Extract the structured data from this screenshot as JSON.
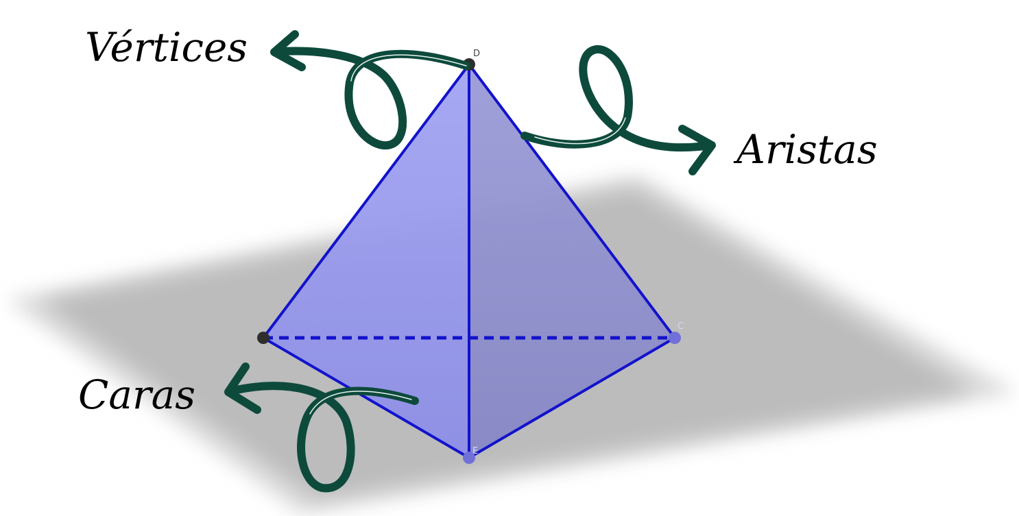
{
  "labels": {
    "vertices": "Vértices",
    "edges": "Aristas",
    "faces": "Caras"
  },
  "vertices": {
    "top": "D",
    "right": "C",
    "bottom": "E"
  },
  "colors": {
    "plane": "#bdbdbd",
    "plane_edge": "#d9d9d9",
    "face_left": "#9b9bee",
    "face_right": "#8e8ec8",
    "edge": "#1010cc",
    "vertex_dark": "#333333",
    "vertex_blue": "#6f6fd6",
    "arrow": "#0d4a3c"
  }
}
